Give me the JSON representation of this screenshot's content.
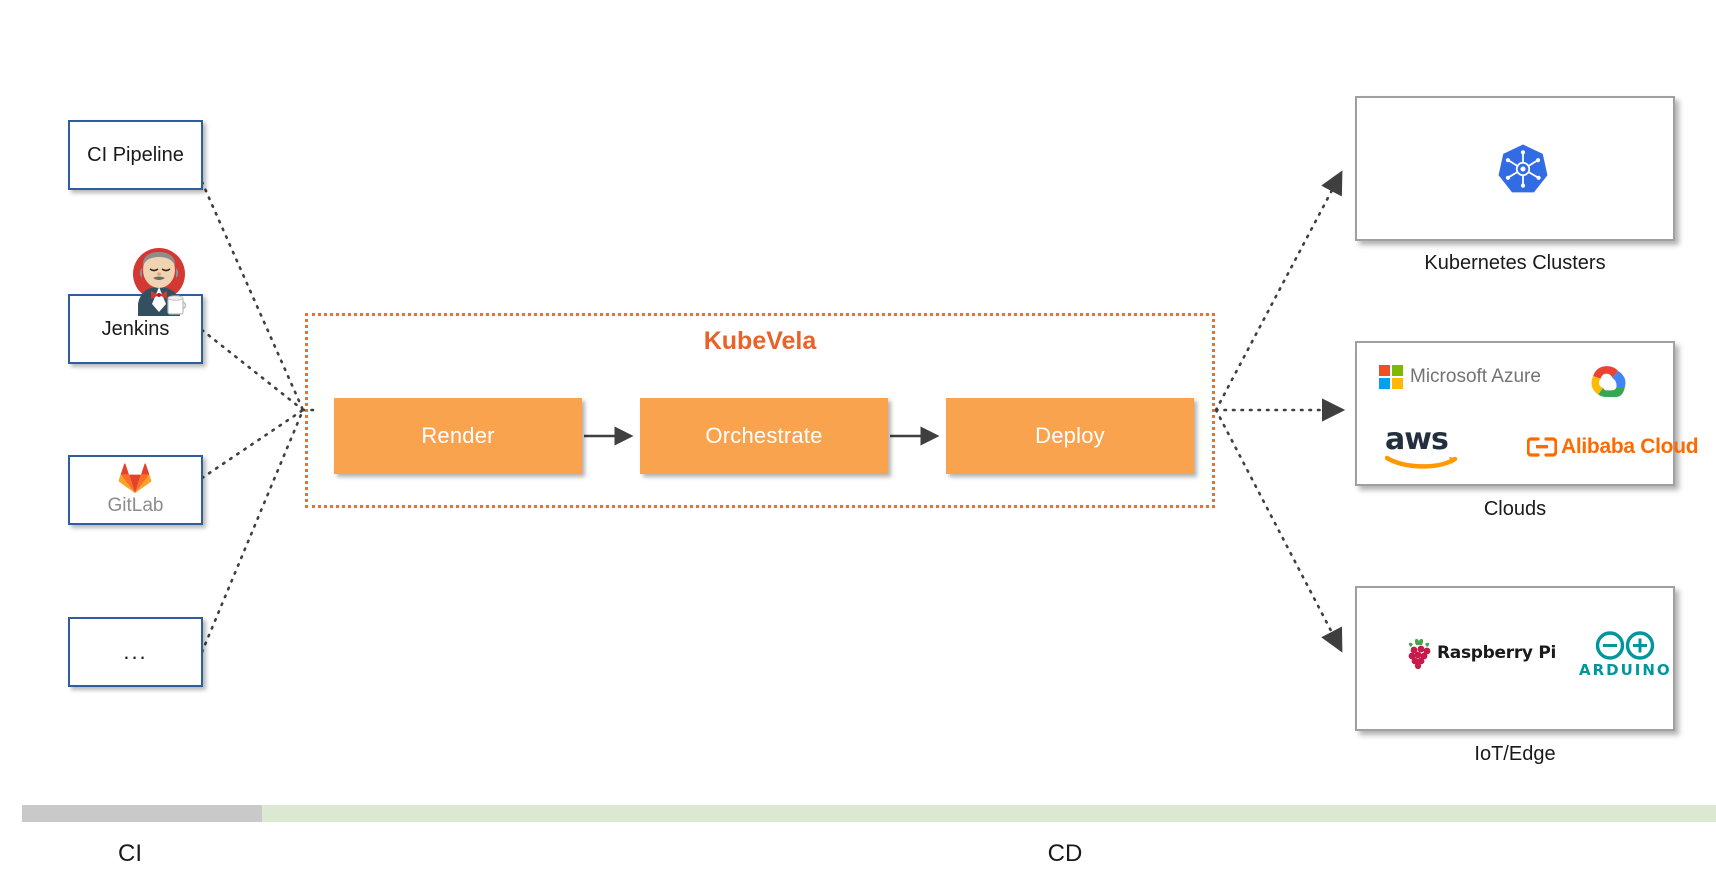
{
  "diagram": {
    "title": "KubeVela CI/CD pipeline architecture",
    "kubevela_label": "KubeVela",
    "accent_orange": "#E8622A",
    "stage_fill": "#F9A34F",
    "source_border": "#2E5E9E",
    "target_border": "#A0A0A0"
  },
  "ci_sources": [
    {
      "id": "ci-pipeline",
      "label": "CI Pipeline",
      "icon": "none"
    },
    {
      "id": "jenkins",
      "label": "Jenkins",
      "icon": "jenkins-butler-icon"
    },
    {
      "id": "gitlab",
      "label": "GitLab",
      "icon": "gitlab-tanuki-icon"
    },
    {
      "id": "more",
      "label": "...",
      "icon": "none"
    }
  ],
  "pipeline_stages": [
    {
      "id": "render",
      "label": "Render"
    },
    {
      "id": "orchestrate",
      "label": "Orchestrate"
    },
    {
      "id": "deploy",
      "label": "Deploy"
    }
  ],
  "targets": [
    {
      "id": "kubernetes",
      "caption": "Kubernetes Clusters",
      "logos": [
        {
          "name": "kubernetes-helm-icon",
          "text": "",
          "color": "#326CE5"
        }
      ]
    },
    {
      "id": "clouds",
      "caption": "Clouds",
      "logos": [
        {
          "name": "microsoft-azure-icon",
          "text": "Microsoft Azure",
          "color": "#737373"
        },
        {
          "name": "google-cloud-icon",
          "text": "",
          "color": "#4285F4"
        },
        {
          "name": "aws-icon",
          "text": "aws",
          "color": "#232F3E"
        },
        {
          "name": "alibaba-cloud-icon",
          "text": "Alibaba Cloud",
          "color": "#FF6A00"
        }
      ]
    },
    {
      "id": "iot-edge",
      "caption": "IoT/Edge",
      "logos": [
        {
          "name": "raspberry-pi-icon",
          "text": "Raspberry Pi",
          "color": "#C51A4A"
        },
        {
          "name": "arduino-icon",
          "text": "ARDUINO",
          "color": "#00979C"
        }
      ]
    }
  ],
  "phases": [
    {
      "id": "ci",
      "label": "CI",
      "color": "#C9C9C9"
    },
    {
      "id": "cd",
      "label": "CD",
      "color": "#DCE8D2"
    }
  ]
}
